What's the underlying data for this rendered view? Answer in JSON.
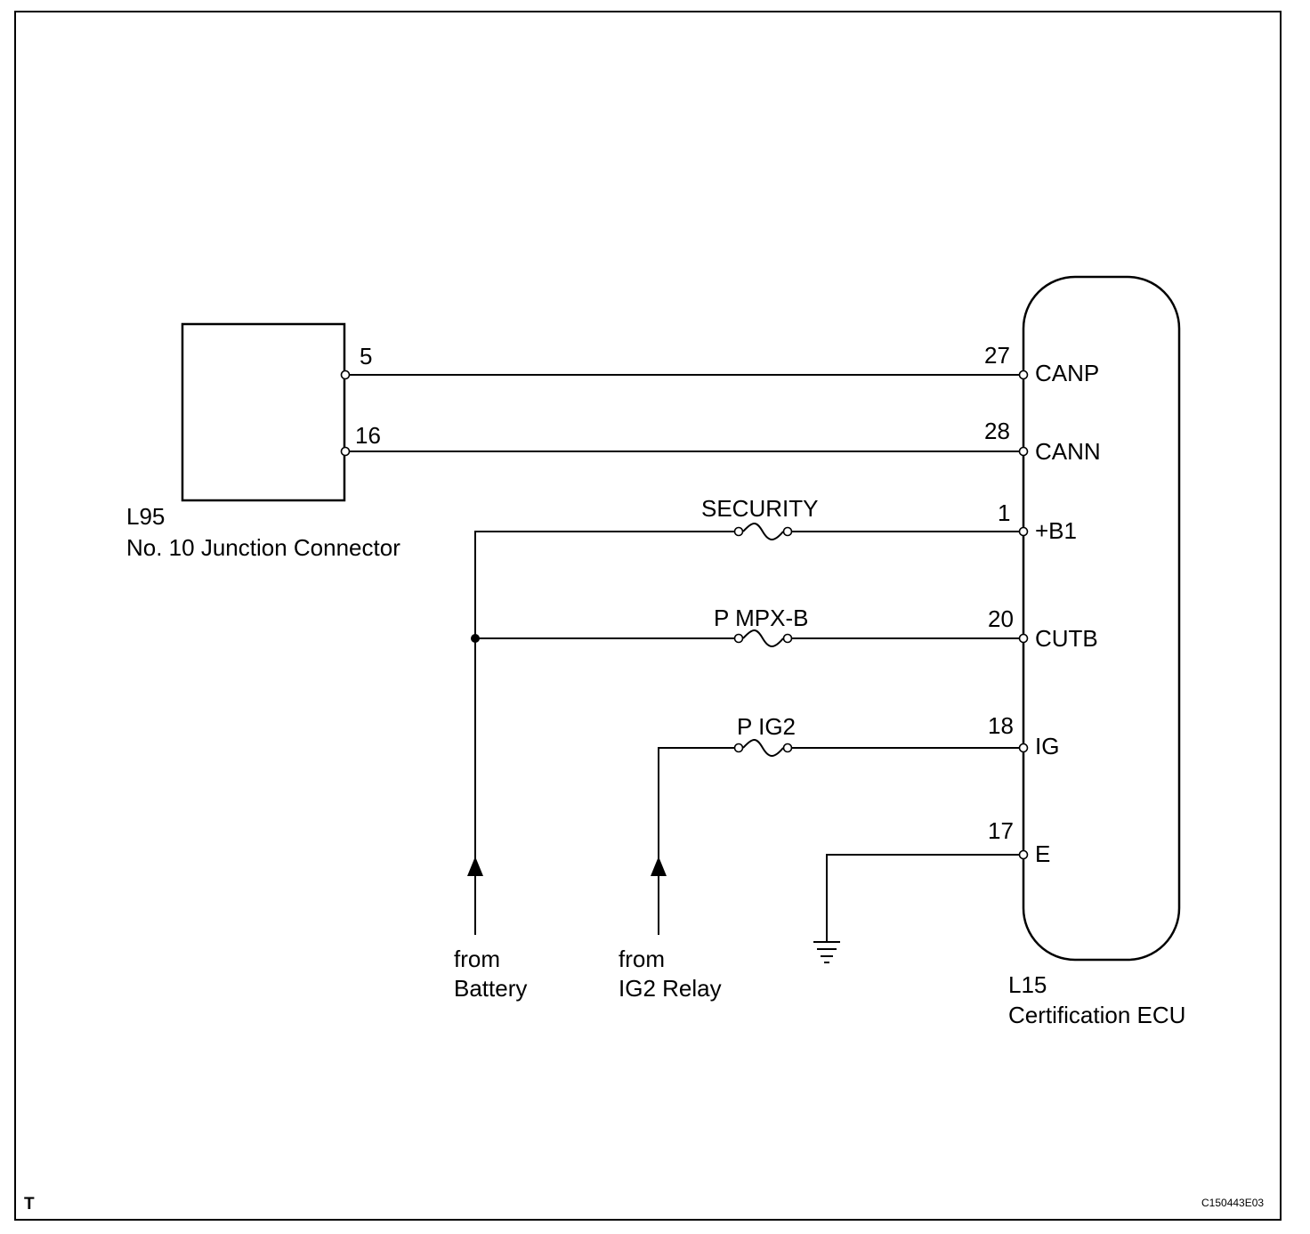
{
  "junction_connector": {
    "code": "L95",
    "name": "No. 10 Junction Connector",
    "pins": [
      "5",
      "16"
    ]
  },
  "ecu": {
    "code": "L15",
    "name": "Certification ECU",
    "terminals": [
      {
        "pin": "27",
        "name": "CANP"
      },
      {
        "pin": "28",
        "name": "CANN"
      },
      {
        "pin": "1",
        "name": "+B1"
      },
      {
        "pin": "20",
        "name": "CUTB"
      },
      {
        "pin": "18",
        "name": "IG"
      },
      {
        "pin": "17",
        "name": "E"
      }
    ]
  },
  "fuses": [
    "SECURITY",
    "P MPX-B",
    "P IG2"
  ],
  "sources": {
    "battery": {
      "line1": "from",
      "line2": "Battery"
    },
    "ig2_relay": {
      "line1": "from",
      "line2": "IG2 Relay"
    }
  },
  "corner_mark": "T",
  "figure_id": "C150443E03"
}
